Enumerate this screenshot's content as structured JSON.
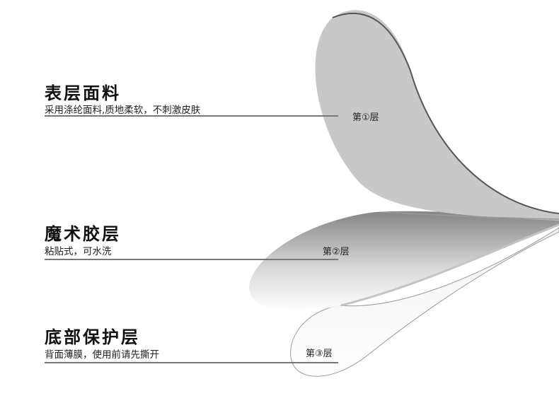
{
  "layers": [
    {
      "title": "表层面料",
      "description": "采用涤纶面料,质地柔软，不刺激皮肤",
      "label": "第①层"
    },
    {
      "title": "魔术胶层",
      "description": "粘贴式，可水洗",
      "label": "第②层"
    },
    {
      "title": "底部保护层",
      "description": "背面薄膜，使用前请先撕开",
      "label": "第③层"
    }
  ],
  "colors": {
    "layer1": "#c8c8c8",
    "layer1_edge": "#555555",
    "layer2_top": "#858585",
    "layer3_stroke": "#9a9a9a"
  }
}
